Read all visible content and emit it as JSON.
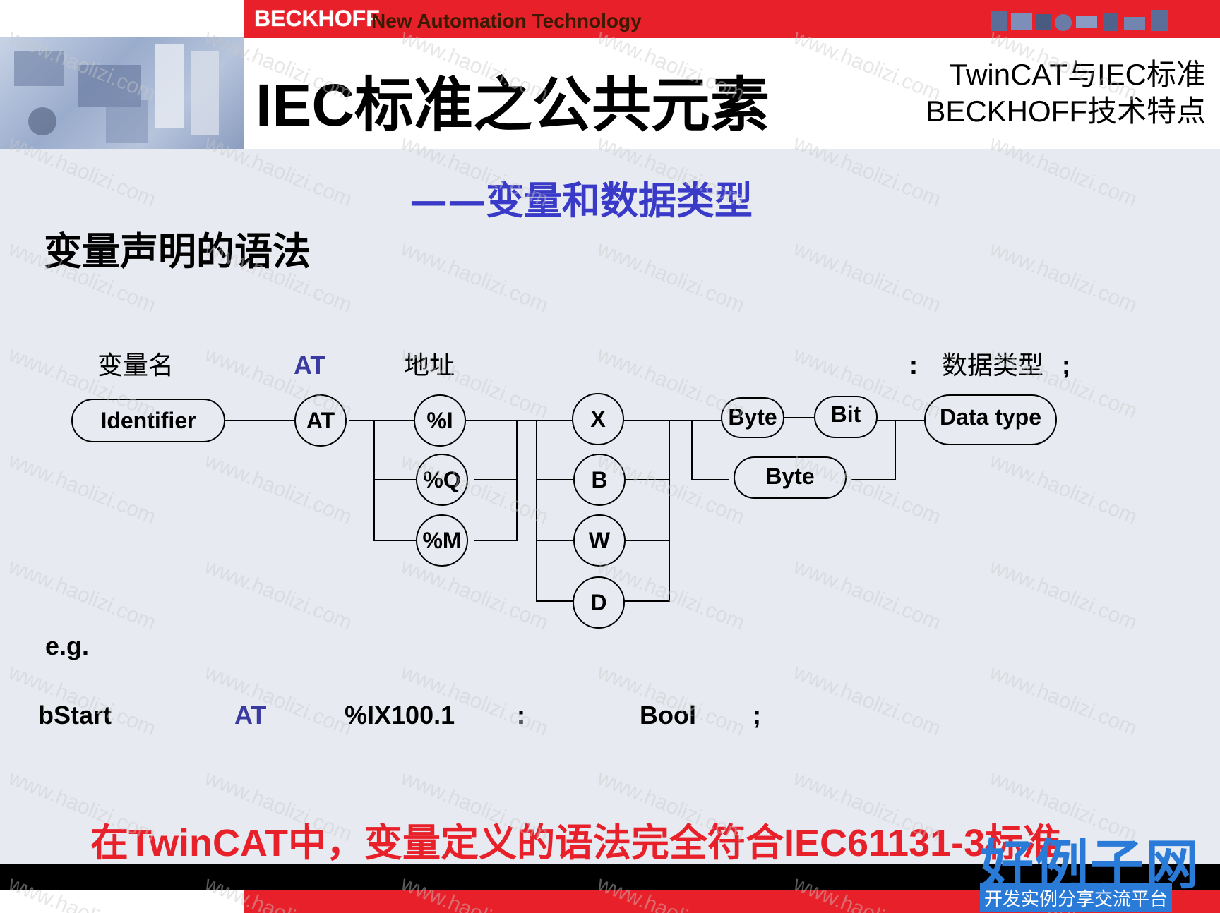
{
  "header": {
    "brand": "BECKHOFF",
    "brand_tagline": "New Automation Technology",
    "title": "IEC标准之公共元素",
    "side_title_line1": "TwinCAT与IEC标准",
    "side_title_line2": "BECKHOFF技术特点"
  },
  "subtitle": "——变量和数据类型",
  "section_title": "变量声明的语法",
  "diagram": {
    "labels": {
      "var_name": "变量名",
      "at": "AT",
      "address": "地址",
      "colon": ":",
      "data_type_cn": "数据类型",
      "semicolon": ";"
    },
    "nodes": {
      "identifier": "Identifier",
      "at": "AT",
      "pct_i": "%I",
      "pct_q": "%Q",
      "pct_m": "%M",
      "x": "X",
      "b": "B",
      "w": "W",
      "d": "D",
      "byte1": "Byte",
      "bit": "Bit",
      "byte2": "Byte",
      "data_type": "Data type"
    }
  },
  "example": {
    "label": "e.g.",
    "name": "bStart",
    "at": "AT",
    "address": "%IX100.1",
    "colon": ":",
    "type": "Bool",
    "semicolon": ";"
  },
  "footer": "在TwinCAT中，变量定义的语法完全符合IEC61131-3标准",
  "watermark": {
    "text": "www.haolizi.com",
    "logo": "好例子网",
    "logo_sub": "开发实例分享交流平台"
  },
  "colors": {
    "red": "#e8202a",
    "blue_text": "#3a3ac8",
    "at_blue": "#3a3aa0",
    "background": "#e7ebf1"
  }
}
